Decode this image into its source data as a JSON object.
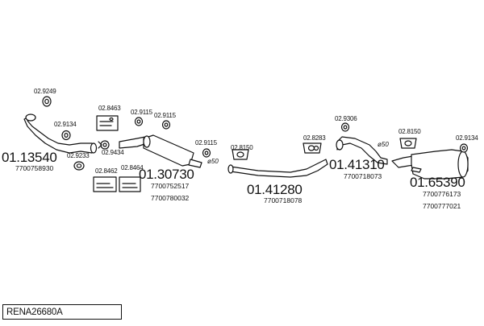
{
  "title": "RENA26680A",
  "diameters": {
    "d1": "ø50",
    "d2": "ø50"
  },
  "parts": [
    {
      "key": "front_pipe",
      "main": "01.13540",
      "oem": [
        "7700758930"
      ]
    },
    {
      "key": "centre_silencer",
      "main": "01.30730",
      "oem": [
        "7700752517",
        "7700780032"
      ]
    },
    {
      "key": "middle_pipe",
      "main": "01.41280",
      "oem": [
        "7700718078"
      ]
    },
    {
      "key": "intermediate_pipe",
      "main": "01.41310",
      "oem": [
        "7700718073"
      ]
    },
    {
      "key": "rear_silencer",
      "main": "01.65390",
      "oem": [
        "7700776173",
        "7700777021"
      ]
    }
  ],
  "accessories": {
    "a_9249": "02.9249",
    "a_9134_front": "02.9134",
    "a_9233": "02.9233",
    "a_9434": "02.9434",
    "a_8463": "02.8463",
    "a_9115_1": "02.9115",
    "a_9115_2": "02.9115",
    "a_8462": "02.8462",
    "a_8464": "02.8464",
    "a_9115_3": "02.9115",
    "a_8150_mid": "02.8150",
    "a_8283": "02.8283",
    "a_9306": "02.9306",
    "a_8150_rear": "02.8150",
    "a_9134_rear": "02.9134"
  }
}
